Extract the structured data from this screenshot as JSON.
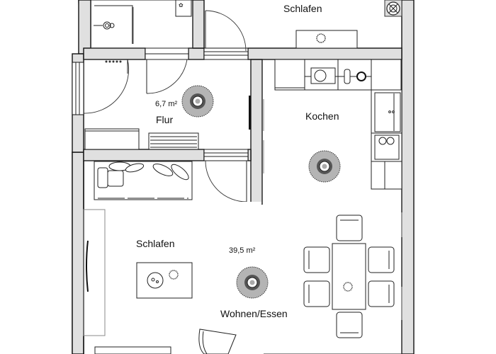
{
  "plan": {
    "rooms": [
      {
        "id": "schlafen-top",
        "label": "Schlafen"
      },
      {
        "id": "flur",
        "label": "Flur",
        "area": "6,7 m²"
      },
      {
        "id": "kochen",
        "label": "Kochen"
      },
      {
        "id": "schlafen-main",
        "label": "Schlafen"
      },
      {
        "id": "wohnen-essen",
        "label": "Wohnen/Essen",
        "area": "39,5 m²"
      }
    ],
    "colors": {
      "wall_fill": "#e0e0e0",
      "line": "#111111",
      "background": "#ffffff"
    }
  }
}
